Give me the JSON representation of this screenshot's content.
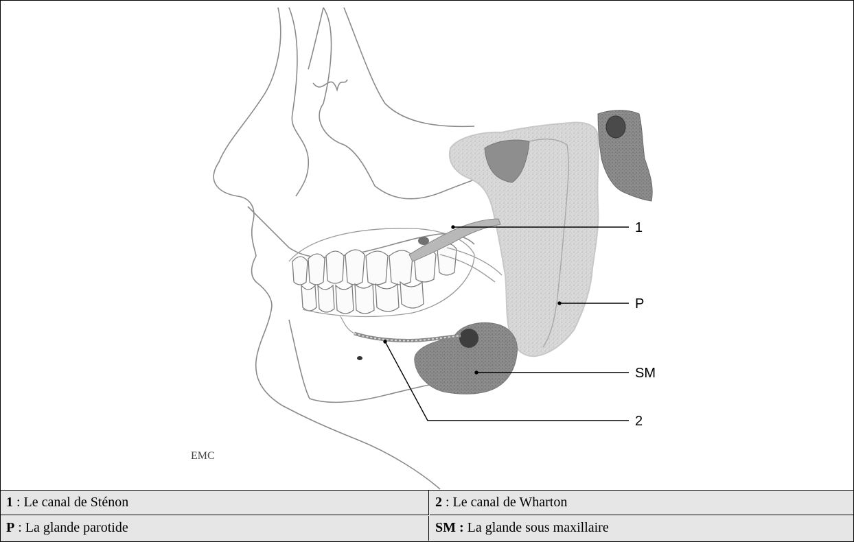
{
  "figure": {
    "labels": {
      "l1": "1",
      "lP": "P",
      "lSM": "SM",
      "l2": "2",
      "emc_mark": "EMC"
    }
  },
  "legend": {
    "row1": {
      "left": {
        "key": "1",
        "text": " : Le canal de Sténon"
      },
      "right": {
        "key": "2",
        "text": " : Le canal de Wharton"
      }
    },
    "row2": {
      "left": {
        "key": "P",
        "text": " : La glande parotide"
      },
      "right": {
        "key": "SM :",
        "text": " La glande sous maxillaire"
      }
    }
  }
}
